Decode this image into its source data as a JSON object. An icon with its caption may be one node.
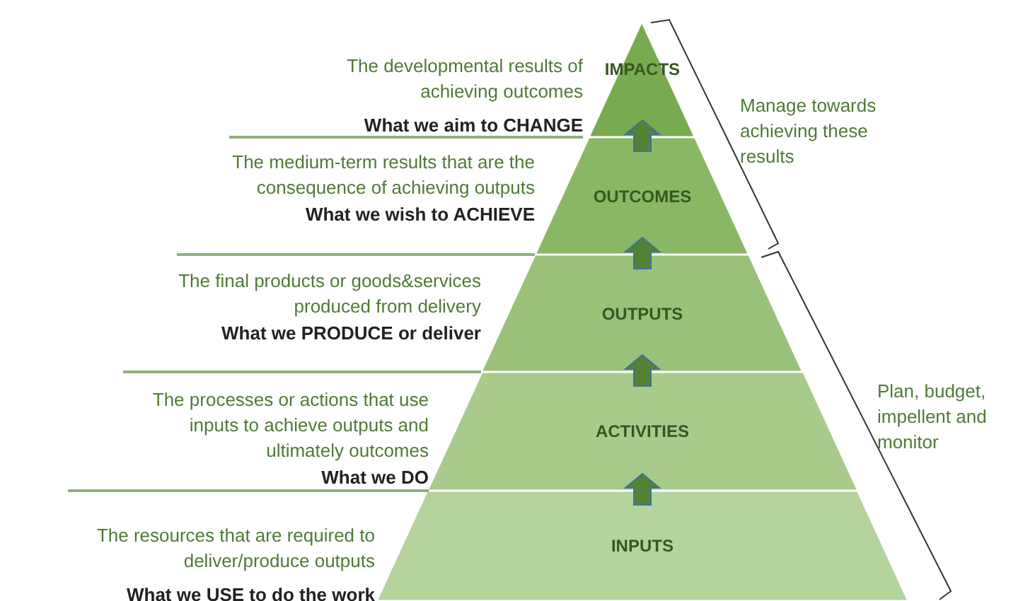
{
  "diagram": {
    "nodes": [
      {
        "text": [
          "IMPACTS"
        ],
        "beside": [
          "The developmental results of achieving outcomes",
          "What we aim to CHANGE"
        ]
      },
      {
        "text": [
          "OUTCOMES"
        ],
        "beside": [
          "The medium-term results that are the consequence of achieving outputs",
          "What we wish to ACHIEVE"
        ]
      },
      {
        "text": [
          "OUTPUTS"
        ],
        "beside": [
          "The final products or goods&services produced from delivery",
          "What we PRODUCE or deliver"
        ]
      },
      {
        "text": [
          "ACTIVITIES"
        ],
        "beside": [
          "The processes or actions that use inputs to achieve outputs and ultimately outcomes",
          "What we DO"
        ]
      },
      {
        "text": [
          "INPUTS"
        ],
        "beside": [
          "The resources that are required to deliver/produce outputs",
          "What we USE to do the work"
        ]
      }
    ],
    "edges": [
      {
        "from": 4,
        "to": 3,
        "arrow": "to"
      },
      {
        "from": 3,
        "to": 2,
        "arrow": "to"
      },
      {
        "from": 2,
        "to": 1,
        "arrow": "to"
      },
      {
        "from": 1,
        "to": 0,
        "arrow": "to"
      }
    ],
    "labels": [
      "Manage towards achieving these results",
      "Plan, budget, impellent and monitor"
    ]
  }
}
